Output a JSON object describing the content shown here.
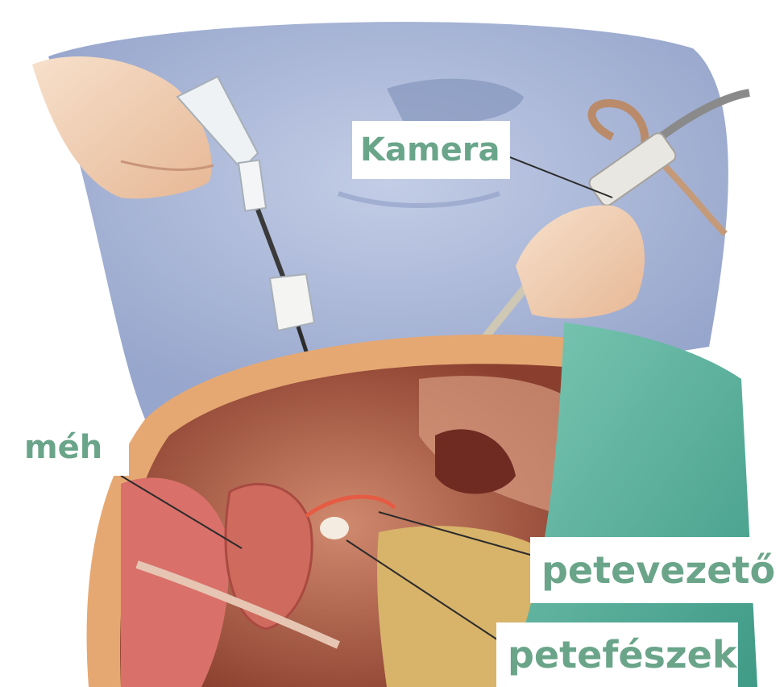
{
  "labels": {
    "kamera": "Kamera",
    "meh": "méh",
    "petevezeto": "petevezető",
    "petefeszek": "petefészek"
  },
  "colors": {
    "label_text": "#6aa58a",
    "gown": "#aab8d8",
    "skin": "#f2d3b8",
    "drape": "#5fb5a0",
    "cavity": "#b0604a",
    "leader_line": "#2b2b2b"
  },
  "icons": [
    "trocar-instrument",
    "laparoscope-camera",
    "surgeon-hand"
  ]
}
